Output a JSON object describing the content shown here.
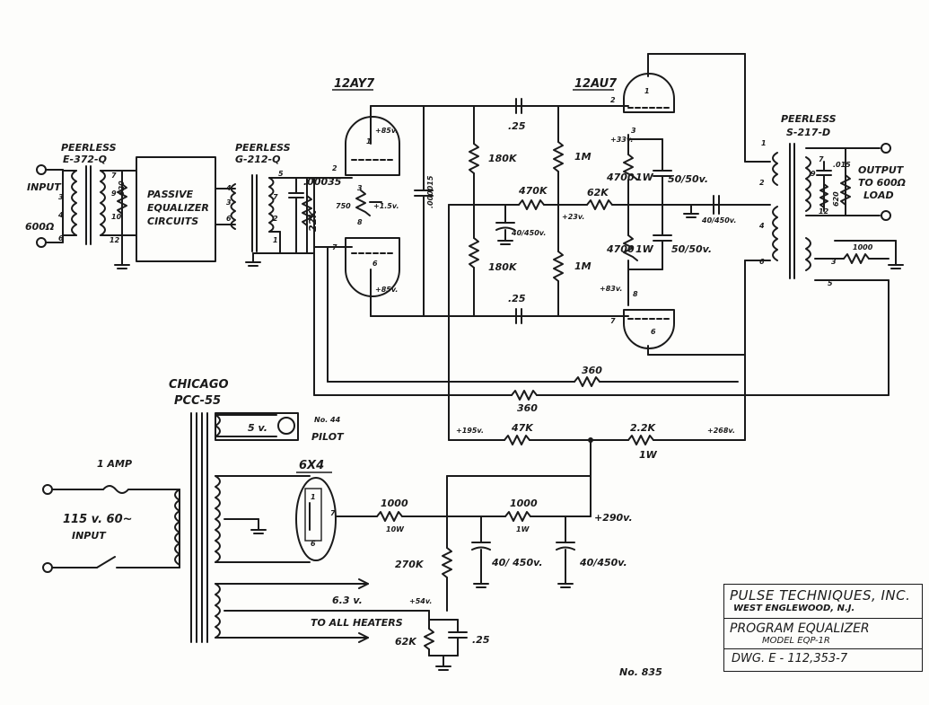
{
  "tubes": {
    "v1": "12AY7",
    "v2": "12AU7",
    "rect": "6X4"
  },
  "transformers": {
    "input_brand": "PEERLESS",
    "input_model": "E-372-Q",
    "mid_brand": "PEERLESS",
    "mid_model": "G-212-Q",
    "output_brand": "PEERLESS",
    "output_model": "S-217-D",
    "power_brand": "CHICAGO",
    "power_model": "PCC-55"
  },
  "io": {
    "input": "INPUT",
    "input_z": "600Ω",
    "output_1": "OUTPUT",
    "output_2": "TO 600Ω",
    "output_3": "LOAD",
    "mains_fuse": "1 AMP",
    "mains_v": "115 v. 60~",
    "mains_input": "INPUT"
  },
  "eq_box": [
    "PASSIVE",
    "EQUALIZER",
    "CIRCUITS"
  ],
  "components": {
    "r_in": "620",
    "c_gnd": ".00035",
    "r_grid": "22K",
    "pot": "750",
    "pot_v": "+1.5v.",
    "c_coup": ".000015",
    "c_top": ".25",
    "c_bot": ".25",
    "r180_a": "180K",
    "r180_b": "180K",
    "r1m_a": "1M",
    "r1m_b": "1M",
    "r470": "470K",
    "r62": "62K",
    "c40a": "40/450v.",
    "r4700_a": "4700",
    "r4700_b": "4700",
    "r1w_a": "1W",
    "r1w_b": "1W",
    "c50a": "50/50v.",
    "c50b": "50/50v.",
    "c40b": "40/450v.",
    "r360_a": "360",
    "r360_b": "360",
    "r47k": "47K",
    "r22k": "2.2K",
    "r22k_w": "1W",
    "r1000_out": "1000",
    "r620_out": "620",
    "c_out": ".015",
    "r1000_a": "1000",
    "r1000_a_w": "10W",
    "r1000_b": "1000",
    "r1000_b_w": "1W",
    "c40c": "40/ 450v.",
    "c40d": "40/450v.",
    "r270": "270K",
    "r62k": "62K",
    "c25": ".25",
    "pilot_v": "5 v.",
    "pilot_no": "No. 44",
    "pilot": "PILOT",
    "heater_v": "6.3 v.",
    "heaters": "TO ALL HEATERS"
  },
  "voltages": {
    "v85a": "+85v.",
    "v85b": "+85v.",
    "v33a": "+33v.",
    "v33b": "+83v.",
    "v23": "+23v.",
    "v195": "+195v.",
    "v268": "+268v.",
    "v290": "+290v.",
    "v54": "+54v."
  },
  "pins": {
    "t1": [
      "3",
      "7",
      "9",
      "10",
      "4",
      "6",
      "12"
    ],
    "t2": [
      "4",
      "5",
      "3",
      "6",
      "2",
      "1",
      "7"
    ],
    "v1": [
      "2",
      "3",
      "1",
      "8",
      "7",
      "6"
    ],
    "v2": [
      "1",
      "2",
      "3",
      "8",
      "7",
      "6"
    ],
    "out": [
      "1",
      "2",
      "4",
      "6",
      "3",
      "5",
      "7",
      "9",
      "12"
    ],
    "rect": [
      "1",
      "7",
      "6"
    ]
  },
  "title_block": {
    "company": "PULSE TECHNIQUES, INC.",
    "address": "WEST ENGLEWOOD, N.J.",
    "product": "PROGRAM EQUALIZER",
    "model": "MODEL EQP-1R",
    "dwg": "DWG. E - 112,353-7"
  },
  "note": "No. 835"
}
